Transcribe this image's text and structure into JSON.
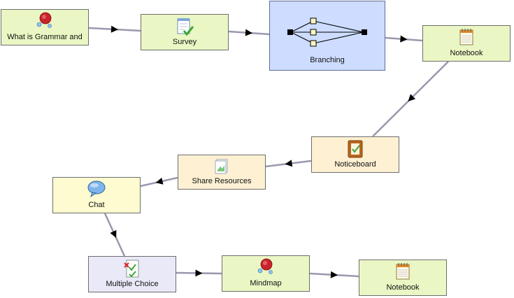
{
  "nodes": [
    {
      "id": "grammar",
      "label": "What is Grammar and",
      "icon": "mindmap-icon"
    },
    {
      "id": "survey",
      "label": "Survey",
      "icon": "survey-icon"
    },
    {
      "id": "branching",
      "label": "Branching",
      "icon": "branching-icon"
    },
    {
      "id": "notebook1",
      "label": "Notebook",
      "icon": "notebook-icon"
    },
    {
      "id": "noticeboard",
      "label": "Noticeboard",
      "icon": "noticeboard-icon"
    },
    {
      "id": "share",
      "label": "Share Resources",
      "icon": "share-resources-icon"
    },
    {
      "id": "chat",
      "label": "Chat",
      "icon": "chat-icon"
    },
    {
      "id": "mcq",
      "label": "Multiple Choice",
      "icon": "multiple-choice-icon"
    },
    {
      "id": "mindmap",
      "label": "Mindmap",
      "icon": "mindmap-icon"
    },
    {
      "id": "notebook2",
      "label": "Notebook",
      "icon": "notebook-icon"
    }
  ],
  "edges": [
    {
      "from": "grammar",
      "to": "survey"
    },
    {
      "from": "survey",
      "to": "branching"
    },
    {
      "from": "branching",
      "to": "notebook1"
    },
    {
      "from": "notebook1",
      "to": "noticeboard"
    },
    {
      "from": "noticeboard",
      "to": "share"
    },
    {
      "from": "share",
      "to": "chat"
    },
    {
      "from": "chat",
      "to": "mcq"
    },
    {
      "from": "mcq",
      "to": "mindmap"
    },
    {
      "from": "mindmap",
      "to": "notebook2"
    }
  ],
  "colors": {
    "activity": "#eaf7c4",
    "branching": "#cddcff",
    "noticeboard": "#fdf0d3",
    "share": "#fdf0d3",
    "chat": "#fdfbcf",
    "mcq": "#e9e9f8",
    "connector": "#9a98ae",
    "arrow": "#000000"
  }
}
